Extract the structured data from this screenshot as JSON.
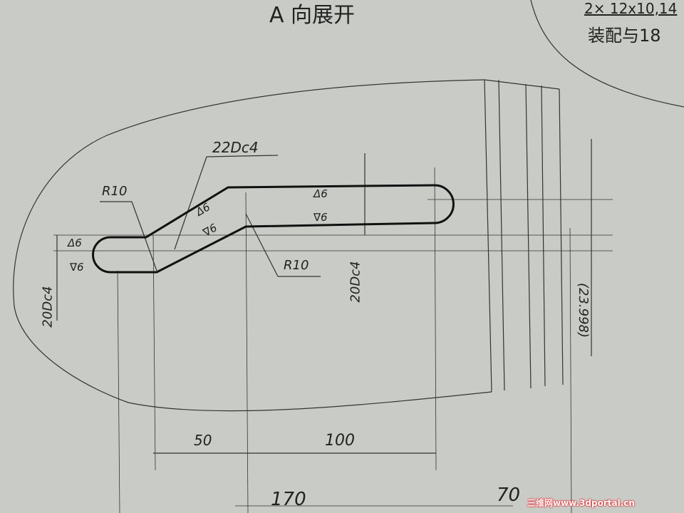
{
  "title": "A 向展开",
  "corner_note": {
    "line1": "2× 12x10,14",
    "line2": "装配与18"
  },
  "labels": {
    "slot_width_top": "22Dc4",
    "radius_left": "R10",
    "radius_right": "R10",
    "left_width": "20Dc4",
    "mid_width": "20Dc4",
    "right_ref": "(23.998)",
    "roughness_up": "Δ6",
    "roughness_down": "∇6"
  },
  "dimensions": {
    "d1": "50",
    "d2": "100",
    "d3": "170",
    "d4": "70"
  },
  "watermark": "三维网www.3dportal.cn"
}
